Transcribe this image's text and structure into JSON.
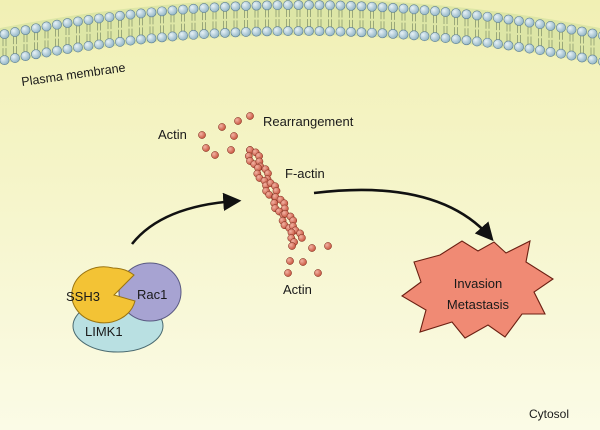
{
  "labels": {
    "plasma_membrane": "Plasma membrane",
    "actin_left": "Actin",
    "rearrangement": "Rearrangement",
    "f_actin": "F-actin",
    "actin_bottom": "Actin",
    "ssh3": "SSH3",
    "rac1": "Rac1",
    "limk1": "LIMK1",
    "invasion": "Invasion",
    "metastasis": "Metastasis",
    "cytosol": "Cytosol"
  },
  "colors": {
    "background": "#f7f4c4",
    "cytosol_gradient_top": "#f1f0b4",
    "cytosol_gradient_bottom": "#fbfbe6",
    "membrane_core": "#dde6a6",
    "lipid_head": "#8fb3c4",
    "actin_bead": "#c44a34",
    "ssh3_fill": "#f3c335",
    "rac1_fill": "#a7a3d2",
    "limk1_fill": "#b9e0e2",
    "burst_fill": "#f08a74",
    "arrow": "#111111"
  },
  "icons": {
    "membrane": "lipid-bilayer",
    "filament": "f-actin-double-helix",
    "complex": "ssh3-rac1-limk1-complex",
    "outcome": "starburst"
  }
}
